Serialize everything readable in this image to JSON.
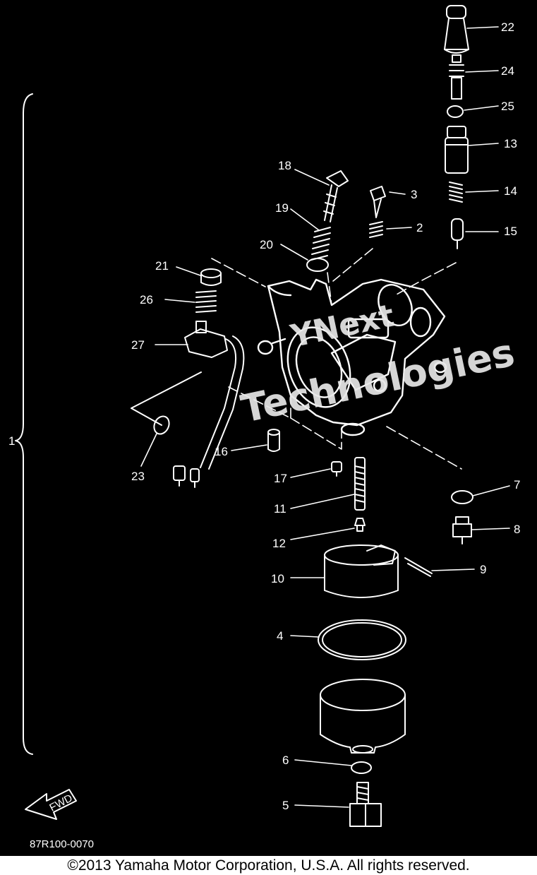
{
  "diagram": {
    "part_labels": [
      "1",
      "2",
      "3",
      "4",
      "5",
      "6",
      "7",
      "8",
      "9",
      "10",
      "11",
      "12",
      "13",
      "14",
      "15",
      "16",
      "17",
      "18",
      "19",
      "20",
      "21",
      "22",
      "23",
      "24",
      "25",
      "26",
      "27"
    ],
    "drawing_code": "87R100-0070",
    "fwd_mark": "FWD",
    "watermark": {
      "line1": "YNext",
      "line2": "Technologies"
    }
  },
  "footer": {
    "copyright": "©2013 Yamaha Motor Corporation, U.S.A. All rights reserved."
  }
}
